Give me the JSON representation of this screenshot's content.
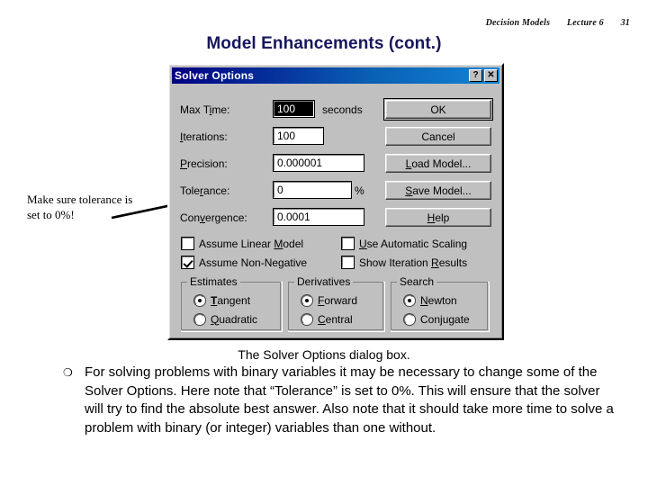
{
  "slide": {
    "header": {
      "course": "Decision Models",
      "lecture": "Lecture 6",
      "page_number": "31"
    },
    "title": "Model Enhancements (cont.)",
    "caption": "The Solver Options dialog box.",
    "bullet_glyph": "❍",
    "bullet_text": "For solving problems with binary variables it may be necessary to change some of the Solver Options.  Here note that “Tolerance” is set to 0%. This will ensure that the solver will try to find the absolute best answer.  Also note that it should take more time to solve a problem with binary (or integer) variables than one without.",
    "title_color": "#17175c"
  },
  "annotation": {
    "text": "Make sure tolerance is set to 0%!",
    "arrow": "arrow-to-tolerance-field"
  },
  "dialog": {
    "title": "Solver Options",
    "help_button": "?",
    "close_button": "✕",
    "fields": [
      {
        "label_pre": "Max T",
        "label_accel": "i",
        "label_post": "me:",
        "value": "100",
        "suffix": "seconds",
        "selected": true
      },
      {
        "label_pre": "",
        "label_accel": "I",
        "label_post": "terations:",
        "value": "100",
        "suffix": "",
        "selected": false
      },
      {
        "label_pre": "",
        "label_accel": "P",
        "label_post": "recision:",
        "value": "0.000001",
        "suffix": "",
        "selected": false
      },
      {
        "label_pre": "Tole",
        "label_accel": "r",
        "label_post": "ance:",
        "value": "0",
        "suffix": "%",
        "selected": false
      },
      {
        "label_pre": "Con",
        "label_accel": "v",
        "label_post": "ergence:",
        "value": "0.0001",
        "suffix": "",
        "selected": false
      }
    ],
    "buttons": [
      {
        "pre": "",
        "accel": "",
        "post": "OK",
        "default": true
      },
      {
        "pre": "",
        "accel": "",
        "post": "Cancel",
        "default": false
      },
      {
        "pre": "",
        "accel": "L",
        "post": "oad Model...",
        "default": false
      },
      {
        "pre": "",
        "accel": "S",
        "post": "ave Model...",
        "default": false
      },
      {
        "pre": "",
        "accel": "H",
        "post": "elp",
        "default": false
      }
    ],
    "checkboxes": [
      {
        "pre": "Assume Linear ",
        "accel": "M",
        "post": "odel",
        "checked": false
      },
      {
        "pre": "Assume Non-Ne",
        "accel": "g",
        "post": "ative",
        "checked": true
      },
      {
        "pre": "",
        "accel": "U",
        "post": "se Automatic Scaling",
        "checked": false
      },
      {
        "pre": "Show Iteration ",
        "accel": "R",
        "post": "esults",
        "checked": false
      }
    ],
    "groups": [
      {
        "legend": "Estimates",
        "options": [
          {
            "pre": "",
            "accel": "T",
            "post": "angent",
            "selected": true
          },
          {
            "pre": "",
            "accel": "Q",
            "post": "uadratic",
            "selected": false
          }
        ]
      },
      {
        "legend": "Derivatives",
        "options": [
          {
            "pre": "",
            "accel": "F",
            "post": "orward",
            "selected": true
          },
          {
            "pre": "",
            "accel": "C",
            "post": "entral",
            "selected": false
          }
        ]
      },
      {
        "legend": "Search",
        "options": [
          {
            "pre": "",
            "accel": "N",
            "post": "ewton",
            "selected": true
          },
          {
            "pre": "Con",
            "accel": "j",
            "post": "ugate",
            "selected": false
          }
        ]
      }
    ]
  }
}
